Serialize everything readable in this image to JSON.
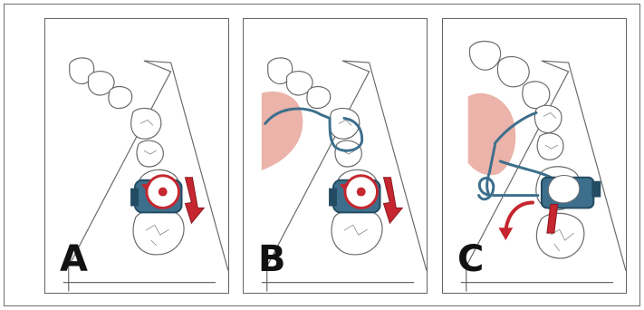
{
  "figure": {
    "panels": [
      {
        "label": "A"
      },
      {
        "label": "B"
      },
      {
        "label": "C"
      }
    ]
  },
  "colors": {
    "outline": "#646464",
    "tooth_stroke": "#6a6a6a",
    "appliance_blue": "#3d6f8c",
    "appliance_dark": "#234b62",
    "arrow_red": "#c5262f",
    "tissue_pink": "#e7a69a"
  }
}
